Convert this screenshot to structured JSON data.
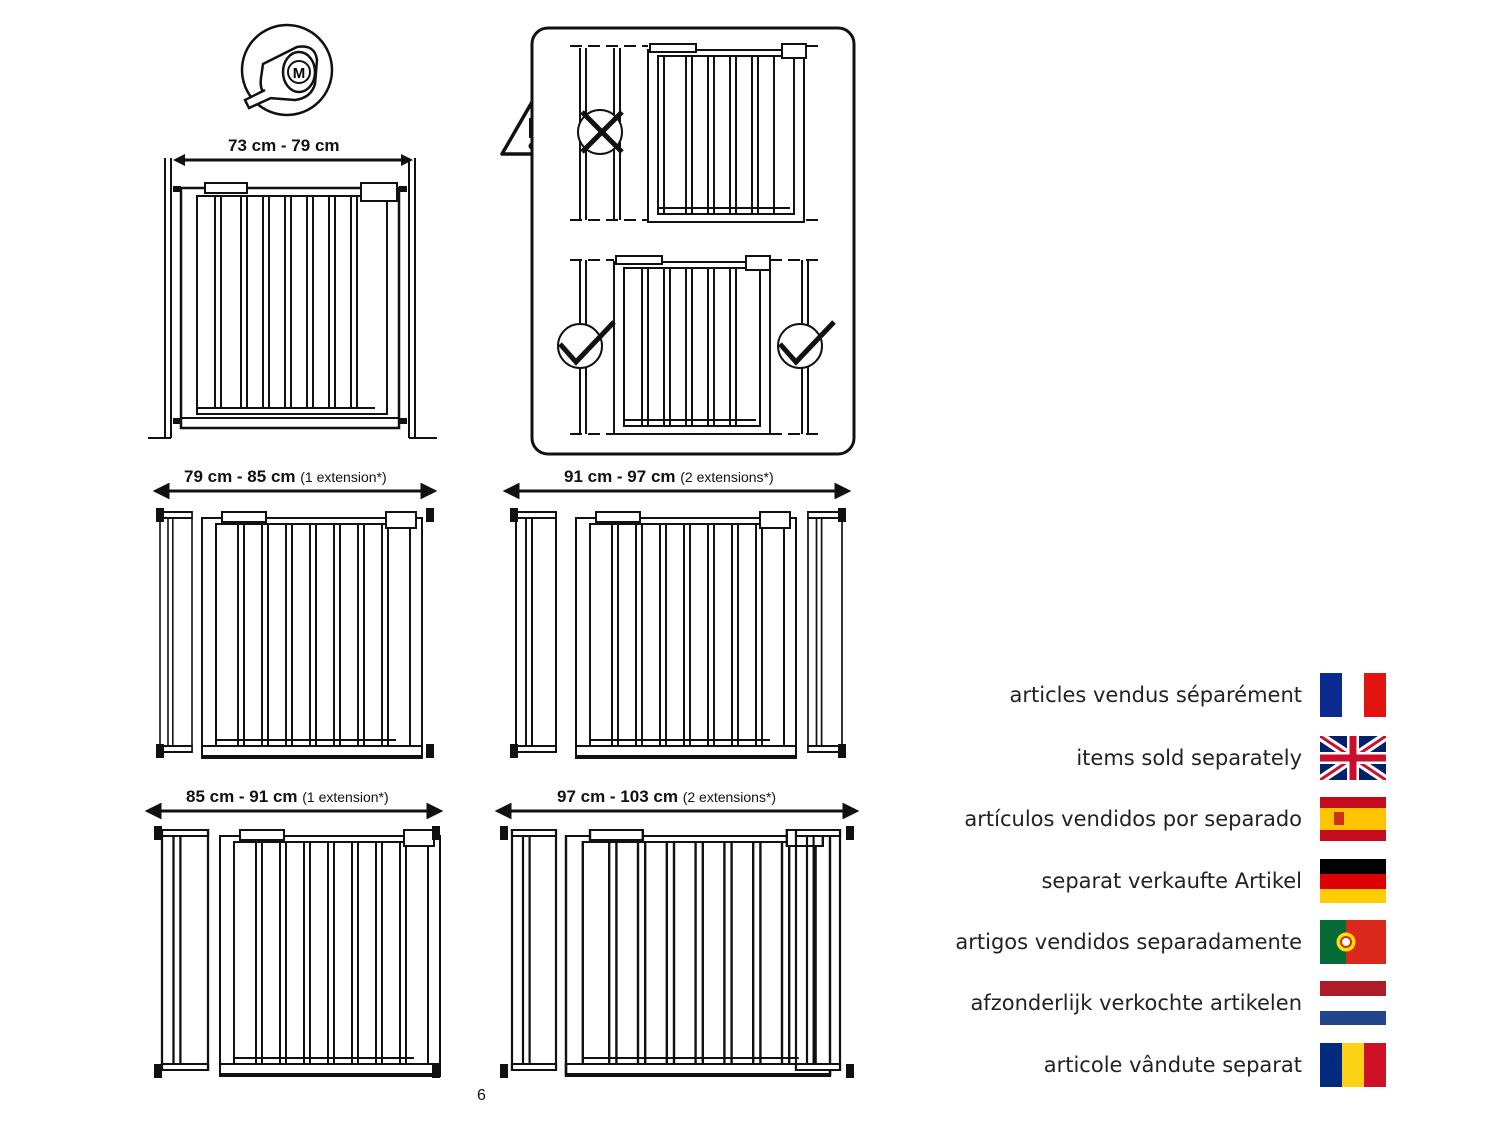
{
  "measure": {
    "tape_letter": "M",
    "range_main": "73 cm - 79 cm"
  },
  "configs": [
    {
      "range": "79 cm - 85 cm",
      "note": "(1 extension*)"
    },
    {
      "range": "91 cm - 97 cm",
      "note": "(2 extensions*)"
    },
    {
      "range": "85 cm - 91 cm",
      "note": "(1 extension*)"
    },
    {
      "range": "97 cm - 103 cm",
      "note": "(2 extensions*)"
    }
  ],
  "legend": [
    {
      "text": "articles vendus séparément",
      "flag": "france-flag"
    },
    {
      "text": "items sold separately",
      "flag": "uk-flag"
    },
    {
      "text": "artículos vendidos por separado",
      "flag": "spain-flag"
    },
    {
      "text": "separat verkaufte Artikel",
      "flag": "germany-flag"
    },
    {
      "text": "artigos vendidos separadamente",
      "flag": "portugal-flag"
    },
    {
      "text": "afzonderlijk verkochte artikelen",
      "flag": "netherlands-flag"
    },
    {
      "text": "articole vândute separat",
      "flag": "romania-flag"
    }
  ],
  "colors": {
    "line": "#111111",
    "france": [
      "#0b2a8f",
      "#ffffff",
      "#e1140f"
    ],
    "germany": [
      "#000000",
      "#dd0000",
      "#ffce00"
    ],
    "spain": [
      "#c60b1e",
      "#ffc400"
    ],
    "netherlands": [
      "#ae1c28",
      "#ffffff",
      "#21468b"
    ],
    "romania": [
      "#002b7f",
      "#fcd116",
      "#ce1126"
    ],
    "portugal": [
      "#046a38",
      "#da291c"
    ],
    "uk": [
      "#012169",
      "#ffffff",
      "#c8102e"
    ]
  },
  "page_number": "6"
}
